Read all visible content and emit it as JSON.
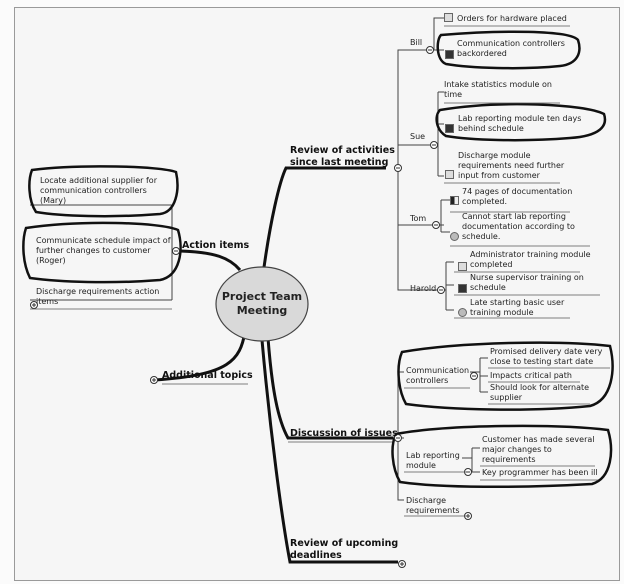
{
  "central": {
    "line1": "Project Team",
    "line2": "Meeting"
  },
  "branches": {
    "review": {
      "line1": "Review of activities",
      "line2": "since last meeting"
    },
    "action": "Action items",
    "additional": "Additional topics",
    "discussion": "Discussion of issues",
    "upcoming": {
      "line1": "Review of upcoming",
      "line2": "deadlines"
    }
  },
  "people": {
    "bill": "Bill",
    "sue": "Sue",
    "tom": "Tom",
    "harold": "Harold"
  },
  "bill_items": [
    "Orders for hardware placed",
    "Communication controllers backordered"
  ],
  "sue_items": [
    "Intake statistics module on time",
    "Lab reporting module ten days behind schedule",
    "Discharge module requirements need further input from customer"
  ],
  "tom_items": [
    "74 pages of documentation completed.",
    "Cannot start lab reporting documentation according to schedule."
  ],
  "harold_items": [
    "Administrator training module completed",
    "Nurse supervisor training on schedule",
    "Late starting basic user training module"
  ],
  "action_items": [
    "Locate additional supplier for communication controllers (Mary)",
    "Communicate schedule impact of further changes to customer (Roger)",
    "Discharge requirements action items"
  ],
  "issues": {
    "comm": "Communication controllers",
    "comm_items": [
      "Promised delivery date very close to testing start date",
      "Impacts critical path",
      "Should look for alternate supplier"
    ],
    "lab": "Lab reporting module",
    "lab_items": [
      "Customer has made several major changes to requirements",
      "Key programmer has been ill"
    ],
    "discharge": "Discharge requirements"
  },
  "icons": [
    "calendar-icon",
    "flag-icon",
    "document-icon",
    "pie-icon",
    "clock-icon",
    "checklist-icon"
  ]
}
